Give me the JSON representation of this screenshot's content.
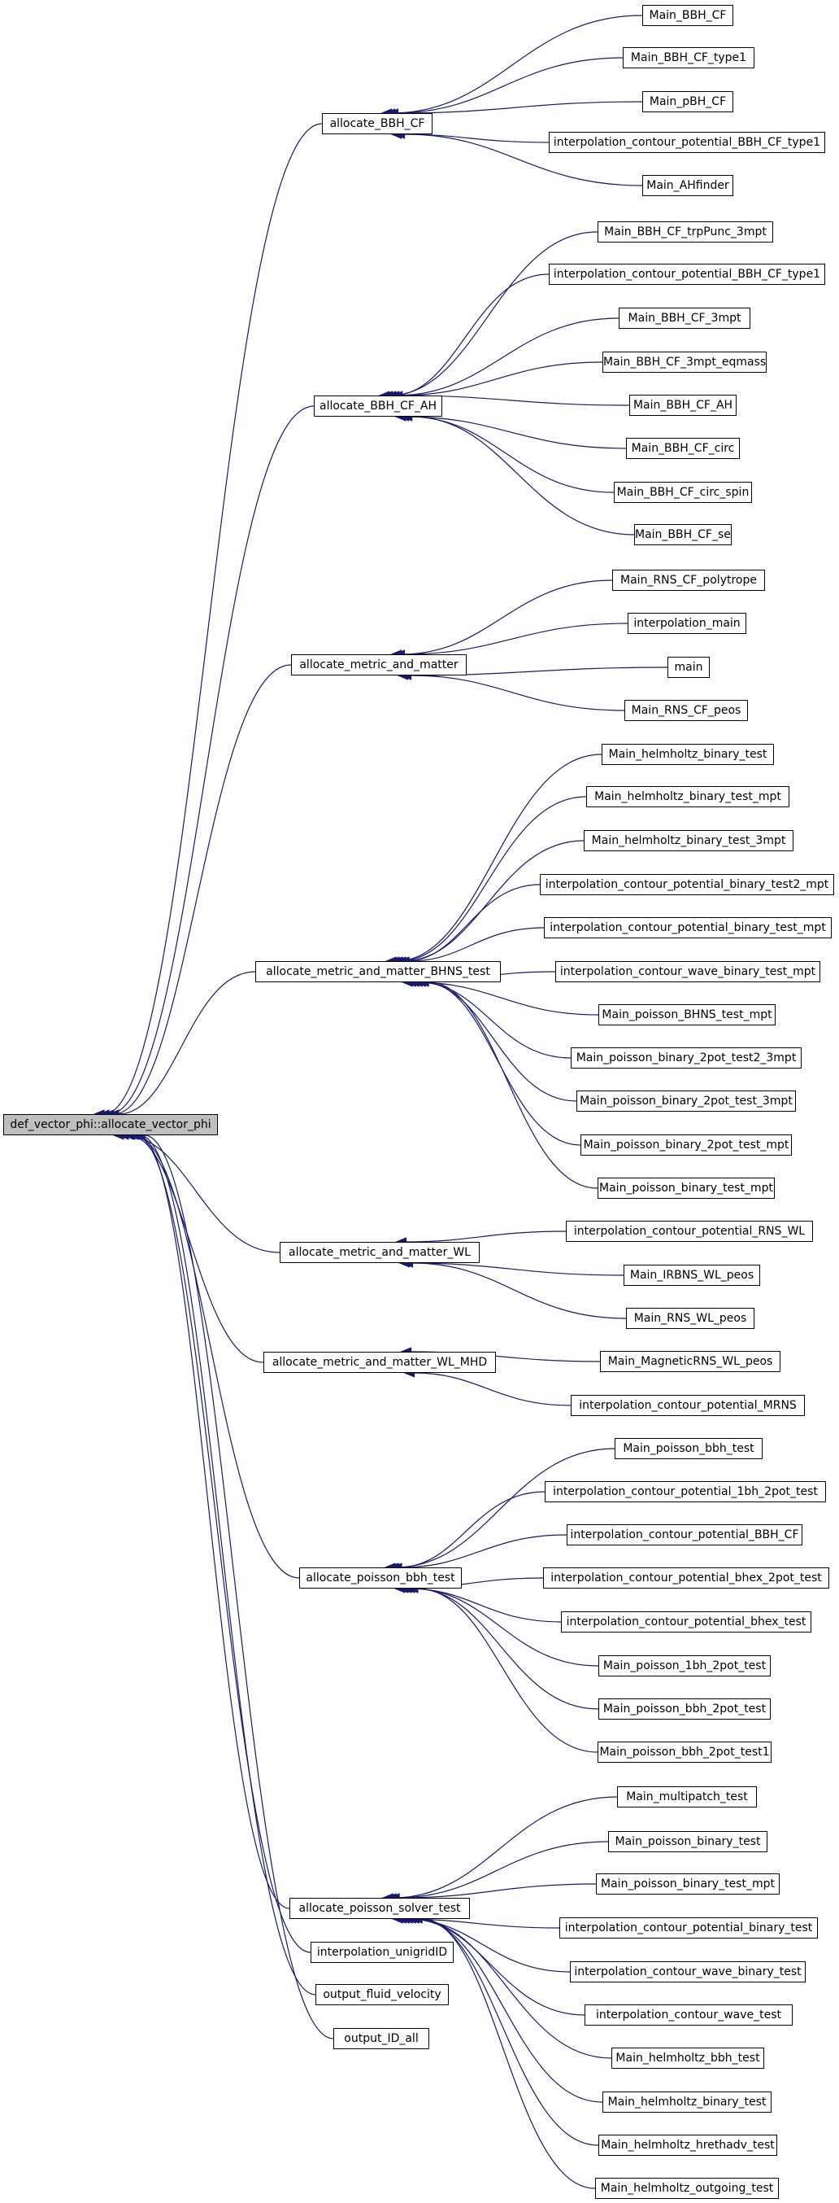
{
  "colors": {
    "edge": "#191970",
    "border": "#000000",
    "root_fill": "#bfbfbf",
    "node_fill": "#ffffff"
  },
  "root": "def_vector_phi::allocate_vector_phi",
  "groups": [
    {
      "label": "allocate_BBH_CF",
      "callers": [
        "Main_BBH_CF",
        "Main_BBH_CF_type1",
        "Main_pBH_CF",
        "interpolation_contour_potential_BBH_CF_type1",
        "Main_AHfinder"
      ]
    },
    {
      "label": "allocate_BBH_CF_AH",
      "callers": [
        "Main_BBH_CF_trpPunc_3mpt",
        "interpolation_contour_potential_BBH_CF_type1",
        "Main_BBH_CF_3mpt",
        "Main_BBH_CF_3mpt_eqmass",
        "Main_BBH_CF_AH",
        "Main_BBH_CF_circ",
        "Main_BBH_CF_circ_spin",
        "Main_BBH_CF_seq"
      ]
    },
    {
      "label": "allocate_metric_and_matter",
      "callers": [
        "Main_RNS_CF_polytrope",
        "interpolation_main",
        "main",
        "Main_RNS_CF_peos"
      ]
    },
    {
      "label": "allocate_metric_and_matter_BHNS_test",
      "callers": [
        "Main_helmholtz_binary_test",
        "Main_helmholtz_binary_test_mpt",
        "Main_helmholtz_binary_test_3mpt",
        "interpolation_contour_potential_binary_test2_mpt",
        "interpolation_contour_potential_binary_test_mpt",
        "interpolation_contour_wave_binary_test_mpt",
        "Main_poisson_BHNS_test_mpt",
        "Main_poisson_binary_2pot_test2_3mpt",
        "Main_poisson_binary_2pot_test_3mpt",
        "Main_poisson_binary_2pot_test_mpt",
        "Main_poisson_binary_test_mpt"
      ]
    },
    {
      "label": "allocate_metric_and_matter_WL",
      "callers": [
        "interpolation_contour_potential_RNS_WL",
        "Main_IRBNS_WL_peos",
        "Main_RNS_WL_peos"
      ]
    },
    {
      "label": "allocate_metric_and_matter_WL_MHD",
      "callers": [
        "Main_MagneticRNS_WL_peos",
        "interpolation_contour_potential_MRNS"
      ]
    },
    {
      "label": "allocate_poisson_bbh_test",
      "callers": [
        "Main_poisson_bbh_test",
        "interpolation_contour_potential_1bh_2pot_test",
        "interpolation_contour_potential_BBH_CF",
        "interpolation_contour_potential_bhex_2pot_test",
        "interpolation_contour_potential_bhex_test",
        "Main_poisson_1bh_2pot_test",
        "Main_poisson_bbh_2pot_test",
        "Main_poisson_bbh_2pot_test1"
      ]
    },
    {
      "label": "allocate_poisson_solver_test",
      "callers": [
        "Main_multipatch_test",
        "Main_poisson_binary_test",
        "Main_poisson_binary_test_mpt",
        "interpolation_contour_potential_binary_test",
        "interpolation_contour_wave_binary_test",
        "interpolation_contour_wave_test",
        "Main_helmholtz_bbh_test",
        "Main_helmholtz_binary_test",
        "Main_helmholtz_hrethadv_test",
        "Main_helmholtz_outgoing_test"
      ]
    }
  ],
  "direct_callers": [
    "interpolation_unigridID",
    "output_fluid_velocity",
    "output_ID_all"
  ]
}
